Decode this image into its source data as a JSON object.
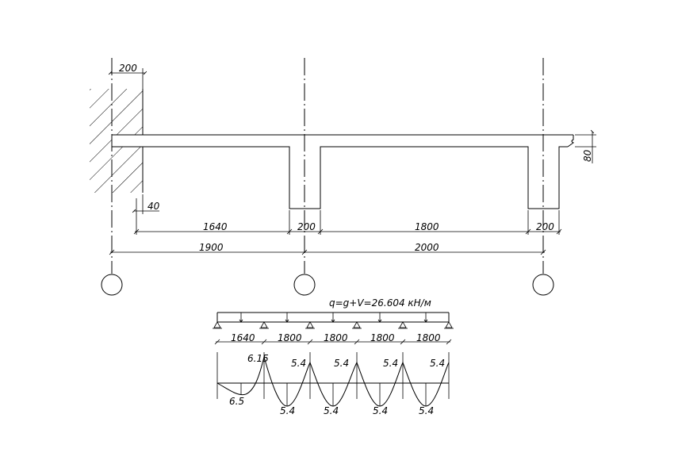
{
  "slab": {
    "dims": {
      "wall_embed": "200",
      "wall_offset": "40",
      "slab_thickness": "80",
      "clear_span_1": "1640",
      "rib_width_1": "200",
      "clear_span_2": "1800",
      "rib_width_2": "200",
      "axis_span_1": "1900",
      "axis_span_2": "2000"
    }
  },
  "load": {
    "formula": "q=g+V=26.604 кН/м",
    "spans": [
      "1640",
      "1800",
      "1800",
      "1800",
      "1800"
    ]
  },
  "moments": {
    "support_labels": [
      "6.15",
      "5.4",
      "5.4",
      "5.4",
      "5.4"
    ],
    "span_labels": [
      "6.5",
      "5.4",
      "5.4",
      "5.4",
      "5.4"
    ]
  }
}
